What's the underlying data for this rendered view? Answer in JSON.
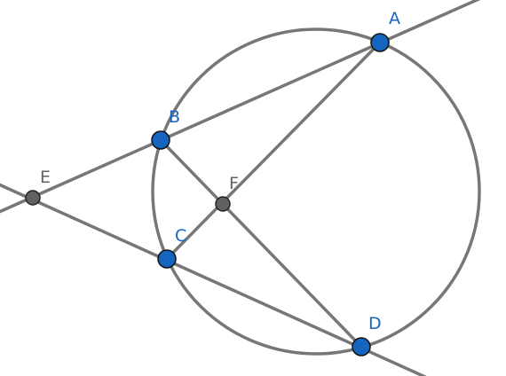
{
  "figure": {
    "line_color": "#777777",
    "free_point_color": "#1565c0",
    "free_label_color": "#1565c0",
    "derived_point_color": "#616161",
    "derived_label_color": "#616161",
    "points": {
      "A": {
        "label": "A",
        "kind": "free"
      },
      "B": {
        "label": "B",
        "kind": "free"
      },
      "C": {
        "label": "C",
        "kind": "free"
      },
      "D": {
        "label": "D",
        "kind": "free"
      },
      "E": {
        "label": "E",
        "kind": "derived"
      },
      "F": {
        "label": "F",
        "kind": "derived"
      }
    }
  }
}
